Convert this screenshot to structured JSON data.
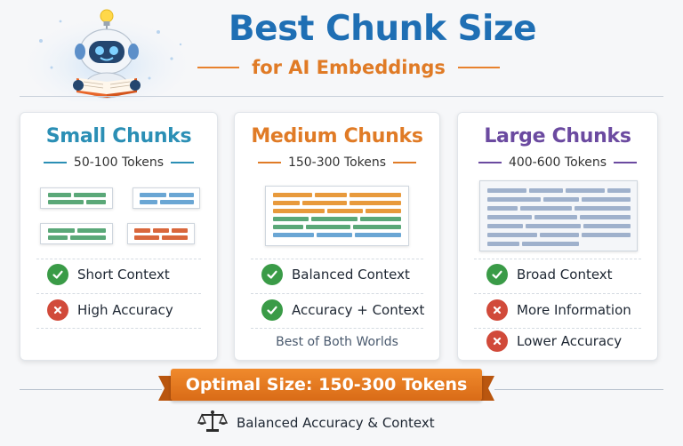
{
  "header": {
    "title": "Best Chunk Size",
    "subtitle": "for AI Embeddings"
  },
  "cards": [
    {
      "title": "Small Chunks",
      "tokens": "50-100 Tokens",
      "accent": "#2b8fb5",
      "features": [
        {
          "label": "Short Context",
          "status": "check-icon"
        },
        {
          "label": "High Accuracy",
          "status": "x-icon"
        }
      ]
    },
    {
      "title": "Medium Chunks",
      "tokens": "150-300 Tokens",
      "accent": "#e07b26",
      "features": [
        {
          "label": "Balanced Context",
          "status": "check-icon"
        },
        {
          "label": "Accuracy + Context",
          "status": "check-icon"
        }
      ],
      "note": "Best of Both Worlds"
    },
    {
      "title": "Large Chunks",
      "tokens": "400-600 Tokens",
      "accent": "#6b4aa0",
      "features": [
        {
          "label": "Broad Context",
          "status": "check-icon"
        },
        {
          "label": "More Information",
          "status": "x-icon"
        },
        {
          "label": "Lower Accuracy",
          "status": "x-icon"
        }
      ]
    }
  ],
  "banner": {
    "text": "Optimal Size: 150-300 Tokens",
    "color": "#e07b26"
  },
  "footer": {
    "text": "Balanced Accuracy & Context",
    "icon": "scale-icon"
  },
  "colors": {
    "title_blue": "#1f6fb4",
    "orange": "#e07b26",
    "purple": "#6b4aa0",
    "teal": "#2b8fb5",
    "check_green": "#3a9b47",
    "x_red": "#d14a3a"
  }
}
